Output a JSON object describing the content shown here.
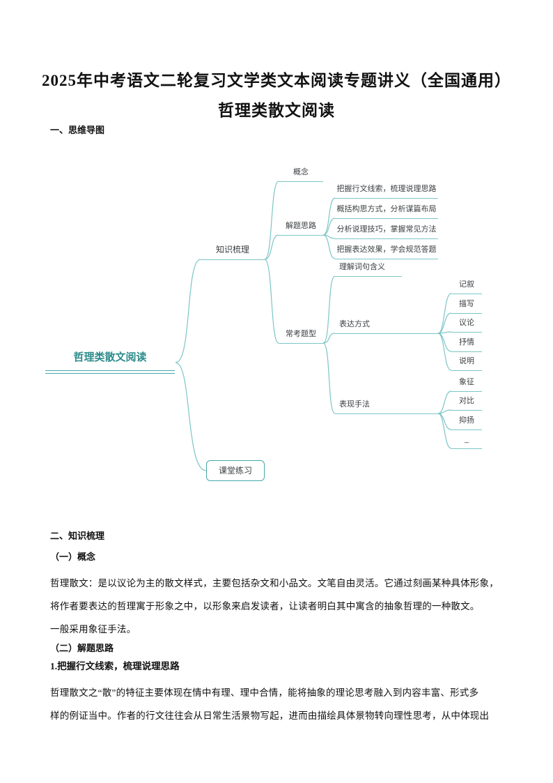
{
  "colors": {
    "accent": "#2e8b8b",
    "connector": "#7cc5c5"
  },
  "doc": {
    "title_line1": "2025年中考语文二轮复习文学类文本阅读专题讲义（全国通用）",
    "title_line2": "哲理类散文阅读",
    "mindmap_heading": "一、思维导图",
    "knowledge_heading": "二、知识梳理",
    "concept_heading": "（一）概念",
    "concept_lines": [
      "哲理散文：是以议论为主的散文样式，主要包括杂文和小品文。文笔自由灵活。它通过刻画某种具体形象，",
      "将作者要表达的哲理寓于形象之中，以形象来启发读者，让读者明白其中寓含的抽象哲理的一种散文。",
      "一般采用象征手法。"
    ],
    "approach_heading": "（二）解题思路",
    "approach_sub_heading": "1.把握行文线索，梳理说理思路",
    "approach_lines": [
      "哲理散文之“散”的特征主要体现在情中有理、理中合情，能将抽象的理论思考融入到内容丰富、形式多",
      "样的例证当中。作者的行文往往会从日常生活景物写起，进而由描绘具体景物转向理性思考，从中体现出"
    ]
  },
  "mindmap": {
    "root": "哲理类散文阅读",
    "branch_knowledge": "知识梳理",
    "branch_practice": "课堂练习",
    "concept": "概念",
    "approach": "解题思路",
    "approach_items": [
      "把握行文线索，梳理说理思路",
      "概括构思方式，分析谋篇布局",
      "分析说理技巧，掌握常见方法",
      "把握表达效果，学会规范答题"
    ],
    "question_types": "常考题型",
    "qt_understand": "理解词句含义",
    "qt_expression": "表达方式",
    "qt_technique": "表现手法",
    "expression_items": [
      "记叙",
      "描写",
      "议论",
      "抒情",
      "说明"
    ],
    "technique_items": [
      "象征",
      "对比",
      "抑扬",
      "_"
    ]
  }
}
